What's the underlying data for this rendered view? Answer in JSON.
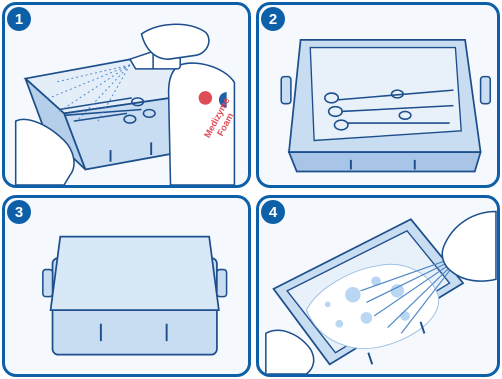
{
  "steps": [
    {
      "number": "1"
    },
    {
      "number": "2"
    },
    {
      "number": "3"
    },
    {
      "number": "4"
    }
  ],
  "product": {
    "brand_line1": "Medizyme",
    "brand_line2": "Foam"
  },
  "colors": {
    "panel_border": "#0d5fa8",
    "tray_fill": "#c9ddf2",
    "tray_dark": "#7fa6d6",
    "outline": "#1d4f8c",
    "foam": "#ffffff",
    "foam_bubble": "#b9d6f2",
    "logo_red": "#e04b58",
    "logo_blue": "#1f5fa8"
  },
  "icons": {
    "spray_bottle": "spray-bottle-icon",
    "instruments": "surgical-instruments-icon",
    "lid": "tray-lid-icon",
    "water_jet": "water-jet-icon"
  }
}
